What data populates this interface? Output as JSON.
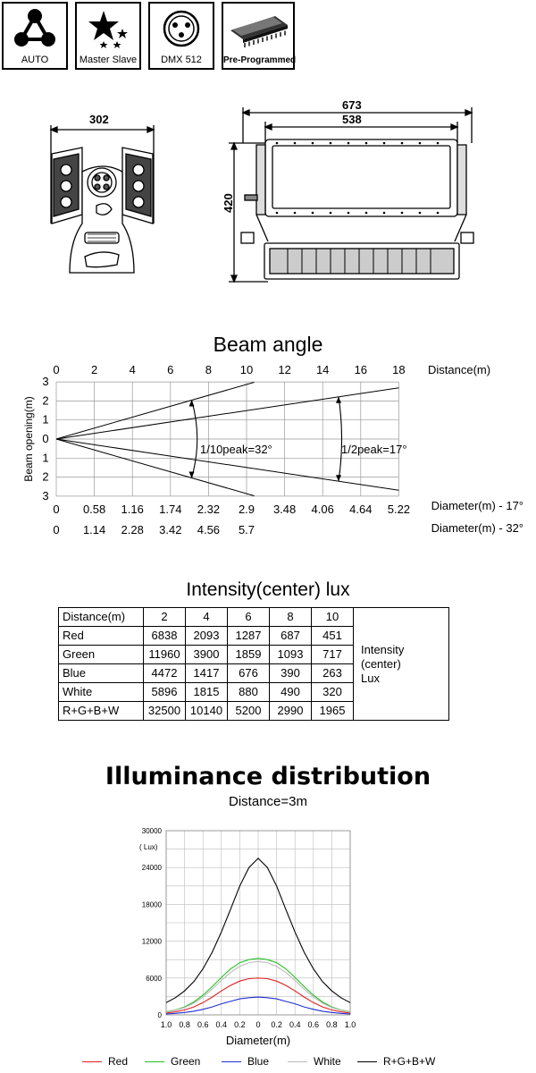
{
  "features": [
    {
      "label": "AUTO",
      "icon": "auto-triangle-icon"
    },
    {
      "label": "Master Slave",
      "icon": "star-icon"
    },
    {
      "label": "DMX   512",
      "icon": "dmx-connector-icon"
    },
    {
      "label": "Pre-Programmed",
      "icon": "chip-icon"
    }
  ],
  "dimensions": {
    "side_width": "302",
    "total_width": "673",
    "body_width": "538",
    "height": "420"
  },
  "beam": {
    "title": "Beam angle",
    "distance_ticks": [
      "0",
      "2",
      "4",
      "6",
      "8",
      "10",
      "12",
      "14",
      "16",
      "18"
    ],
    "distance_label": "Distance(m)",
    "opening_ticks": [
      "3",
      "2",
      "1",
      "0",
      "1",
      "2",
      "3"
    ],
    "opening_label": "Beam opening(m)",
    "label_32": "1/10peak=32°",
    "label_17": "1/2peak=17°",
    "diam17_ticks": [
      "0",
      "0.58",
      "1.16",
      "1.74",
      "2.32",
      "2.9",
      "3.48",
      "4.06",
      "4.64",
      "5.22"
    ],
    "diam17_label": "Diameter(m) - 17°",
    "diam32_ticks": [
      "0",
      "1.14",
      "2.28",
      "3.42",
      "4.56",
      "5.7"
    ],
    "diam32_label": "Diameter(m) - 32°"
  },
  "intensity": {
    "title": "Intensity(center) lux",
    "header": [
      "Distance(m)",
      "2",
      "4",
      "6",
      "8",
      "10"
    ],
    "rows": [
      [
        "Red",
        "6838",
        "2093",
        "1287",
        "687",
        "451"
      ],
      [
        "Green",
        "11960",
        "3900",
        "1859",
        "1093",
        "717"
      ],
      [
        "Blue",
        "4472",
        "1417",
        "676",
        "390",
        "263"
      ],
      [
        "White",
        "5896",
        "1815",
        "880",
        "490",
        "320"
      ],
      [
        "R+G+B+W",
        "32500",
        "10140",
        "5200",
        "2990",
        "1965"
      ]
    ],
    "side_label": [
      "Intensity",
      "(center)",
      "Lux"
    ]
  },
  "chart_data": {
    "type": "line",
    "title": "Illuminance distribution",
    "subtitle": "Distance=3m",
    "xlabel": "Diameter(m)",
    "ylabel": "( Lux)",
    "x_ticks": [
      "1.0",
      "0.8",
      "0.6",
      "0.4",
      "0.2",
      "0",
      "0.2",
      "0.4",
      "0.6",
      "0.8",
      "1.0"
    ],
    "y_ticks": [
      "0",
      "6000",
      "12000",
      "18000",
      "24000",
      "30000"
    ],
    "xlim": [
      -1.0,
      1.0
    ],
    "ylim": [
      0,
      30000
    ],
    "grid": true,
    "legend_position": "bottom",
    "x": [
      -1.0,
      -0.9,
      -0.8,
      -0.7,
      -0.6,
      -0.5,
      -0.4,
      -0.3,
      -0.2,
      -0.1,
      0,
      0.1,
      0.2,
      0.3,
      0.4,
      0.5,
      0.6,
      0.7,
      0.8,
      0.9,
      1.0
    ],
    "series": [
      {
        "name": "Red",
        "color": "#e02020",
        "values": [
          300,
          500,
          800,
          1300,
          2000,
          2900,
          3900,
          4800,
          5500,
          5900,
          6000,
          5900,
          5500,
          4800,
          3900,
          2900,
          2000,
          1300,
          800,
          500,
          300
        ]
      },
      {
        "name": "Green",
        "color": "#20c020",
        "values": [
          500,
          800,
          1300,
          2100,
          3200,
          4600,
          6100,
          7500,
          8500,
          9000,
          9200,
          9000,
          8500,
          7500,
          6100,
          4600,
          3200,
          2100,
          1300,
          800,
          500
        ]
      },
      {
        "name": "Blue",
        "color": "#2030d0",
        "values": [
          150,
          250,
          400,
          600,
          900,
          1300,
          1800,
          2200,
          2600,
          2800,
          2900,
          2800,
          2600,
          2200,
          1800,
          1300,
          900,
          600,
          400,
          250,
          150
        ]
      },
      {
        "name": "White",
        "color": "#bbbbbb",
        "values": [
          450,
          750,
          1200,
          1900,
          2900,
          4200,
          5600,
          6900,
          7900,
          8500,
          8700,
          8500,
          7900,
          6900,
          5600,
          4200,
          2900,
          1900,
          1200,
          750,
          450
        ]
      },
      {
        "name": "R+G+B+W",
        "color": "#000000",
        "values": [
          2000,
          2800,
          3900,
          5400,
          7500,
          10200,
          13500,
          17200,
          21000,
          24000,
          25500,
          24000,
          21000,
          17200,
          13500,
          10200,
          7500,
          5400,
          3900,
          2800,
          2000
        ]
      }
    ]
  }
}
